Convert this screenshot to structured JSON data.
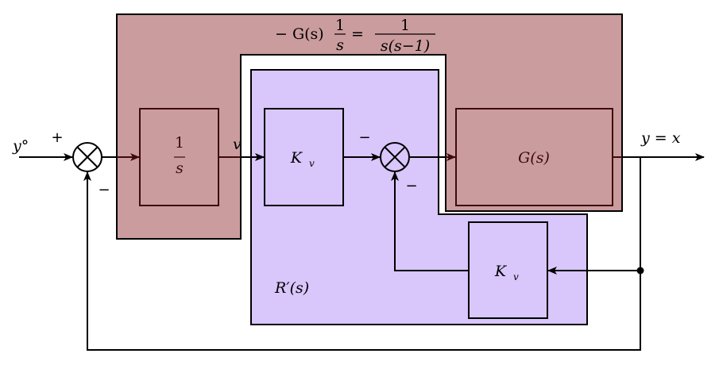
{
  "diagram": {
    "type": "block-diagram",
    "colors": {
      "outer_region_fill": "#cb9c9e",
      "outer_region_stroke": "#000000",
      "inner_block_stroke": "#3d0a0e",
      "controller_region_fill": "#d9c6fa",
      "controller_region_stroke": "#000000",
      "line": "#000000",
      "brown_line": "#3d0a0e"
    },
    "regions": {
      "plant_region_label": {
        "lhs_prefix": "− G(s)",
        "lhs_num": "1",
        "lhs_den": "s",
        "equals": "=",
        "rhs_num": "1",
        "rhs_den": "s(s−1)"
      },
      "controller_region_label": "R′(s)"
    },
    "signals": {
      "input": "y°",
      "intermediate": "v",
      "output": "y = x"
    },
    "blocks": {
      "integrator": {
        "num": "1",
        "den": "s"
      },
      "gain_forward": {
        "main": "K",
        "sub": "v"
      },
      "plant": "G(s)",
      "gain_feedback": {
        "main": "K",
        "sub": "v"
      }
    },
    "junctions": {
      "sum1": {
        "top_sign": "+",
        "bottom_sign": "−"
      },
      "sum2": {
        "top_sign": "−",
        "bottom_sign": "−"
      }
    }
  }
}
